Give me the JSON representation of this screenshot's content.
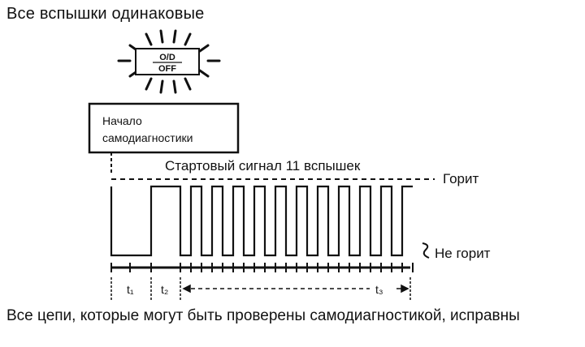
{
  "header": {
    "title": "Все вспышки одинаковые"
  },
  "indicator": {
    "line1": "O/D",
    "line2": "OFF"
  },
  "start_box": {
    "line1": "Начало",
    "line2": "самодиагностики"
  },
  "signal": {
    "label": "Стартовый сигнал 11 вспышек",
    "on_label": "Горит",
    "off_label": "Не горит",
    "pulse_count": 11
  },
  "timing": {
    "t1": "t₁",
    "t2": "t₂",
    "t3": "t₃"
  },
  "footer": {
    "caption": "Все цепи, которые могут быть проверены самодиагностикой, исправны"
  }
}
